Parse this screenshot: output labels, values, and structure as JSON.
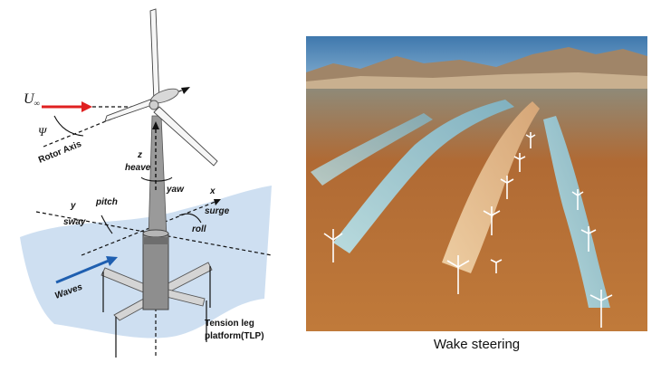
{
  "left_diagram": {
    "wind_label": "U",
    "wind_subscript": "∞",
    "psi_label": "Ψ",
    "rotor_axis_label": "Rotor Axis",
    "heave_axis": "z",
    "heave_label": "heave",
    "yaw_label": "yaw",
    "surge_axis": "x",
    "surge_label": "surge",
    "roll_label": "roll",
    "sway_axis": "y",
    "sway_label": "sway",
    "pitch_label": "pitch",
    "waves_label": "Waves",
    "platform_label_line1": "Tension leg",
    "platform_label_line2": "platform(TLP)",
    "colors": {
      "wind_arrow": "#e02020",
      "wave_arrow": "#1f5fb0",
      "water": "#c9dcef"
    }
  },
  "right_image": {
    "caption": "Wake steering",
    "colors": {
      "sky": "#4f86b8",
      "ground": "#b5682f",
      "wake_cool": "#a9d3dc",
      "wake_warm": "#e6c29a"
    }
  }
}
